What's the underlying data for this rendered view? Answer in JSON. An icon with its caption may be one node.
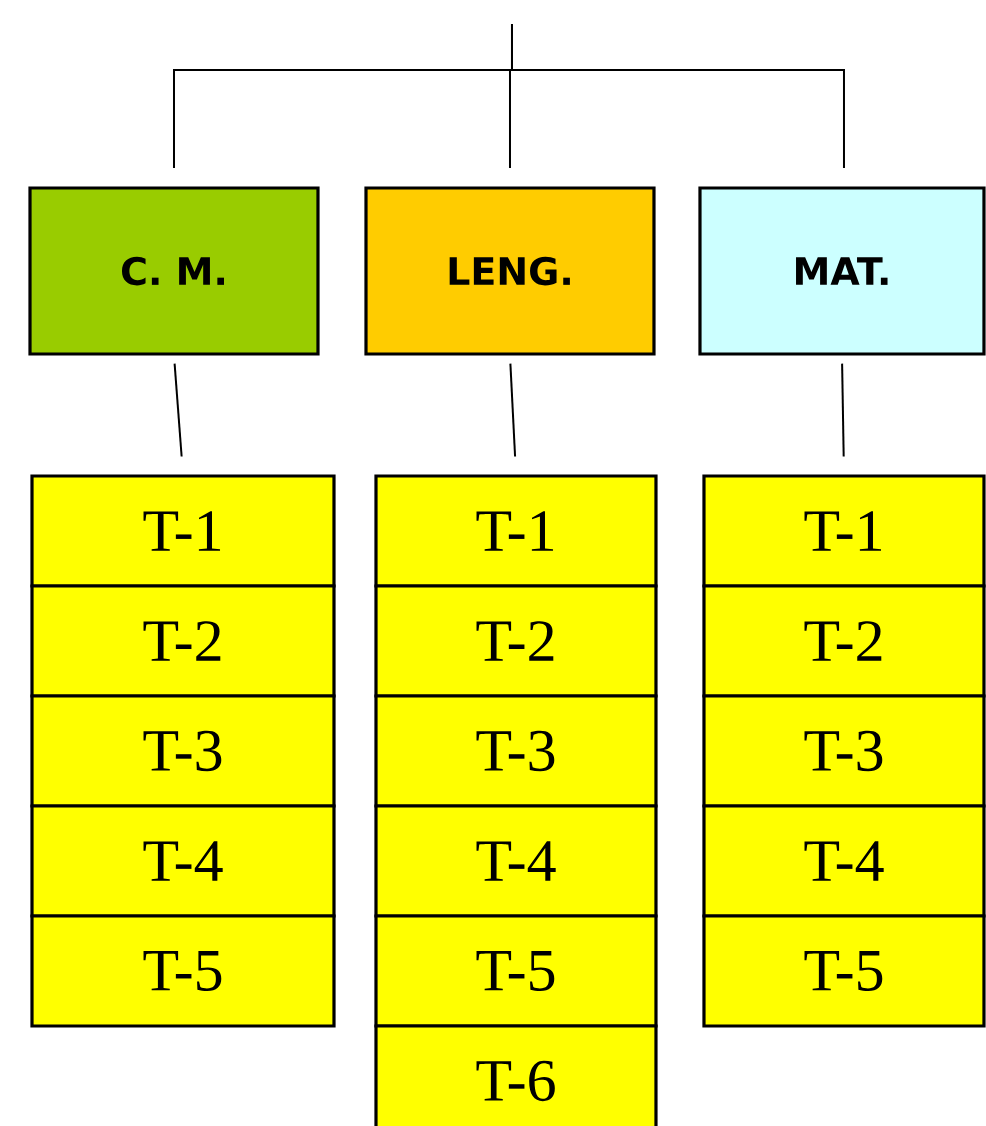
{
  "diagram": {
    "nodes": [
      {
        "text": [
          "C. M."
        ]
      },
      {
        "text": [
          "LENG."
        ]
      },
      {
        "text": [
          "MAT."
        ]
      },
      {
        "text": [
          "T-1"
        ]
      },
      {
        "text": [
          "T-2"
        ]
      },
      {
        "text": [
          "T-3"
        ]
      },
      {
        "text": [
          "T-4"
        ]
      },
      {
        "text": [
          "T-5"
        ]
      },
      {
        "text": [
          "T-1"
        ]
      },
      {
        "text": [
          "T-2"
        ]
      },
      {
        "text": [
          "T-3"
        ]
      },
      {
        "text": [
          "T-4"
        ]
      },
      {
        "text": [
          "T-5"
        ]
      },
      {
        "text": [
          "T-6"
        ]
      },
      {
        "text": [
          "T-1"
        ]
      },
      {
        "text": [
          "T-2"
        ]
      },
      {
        "text": [
          "T-3"
        ]
      },
      {
        "text": [
          "T-4"
        ]
      },
      {
        "text": [
          "T-5"
        ]
      }
    ],
    "edges": [
      {
        "from": null,
        "to": 0,
        "arrow": "none"
      },
      {
        "from": null,
        "to": 1,
        "arrow": "none"
      },
      {
        "from": null,
        "to": 2,
        "arrow": "none"
      },
      {
        "from": 0,
        "to": 3,
        "arrow": "none"
      },
      {
        "from": 1,
        "to": 8,
        "arrow": "none"
      },
      {
        "from": 2,
        "to": 14,
        "arrow": "none"
      }
    ]
  }
}
